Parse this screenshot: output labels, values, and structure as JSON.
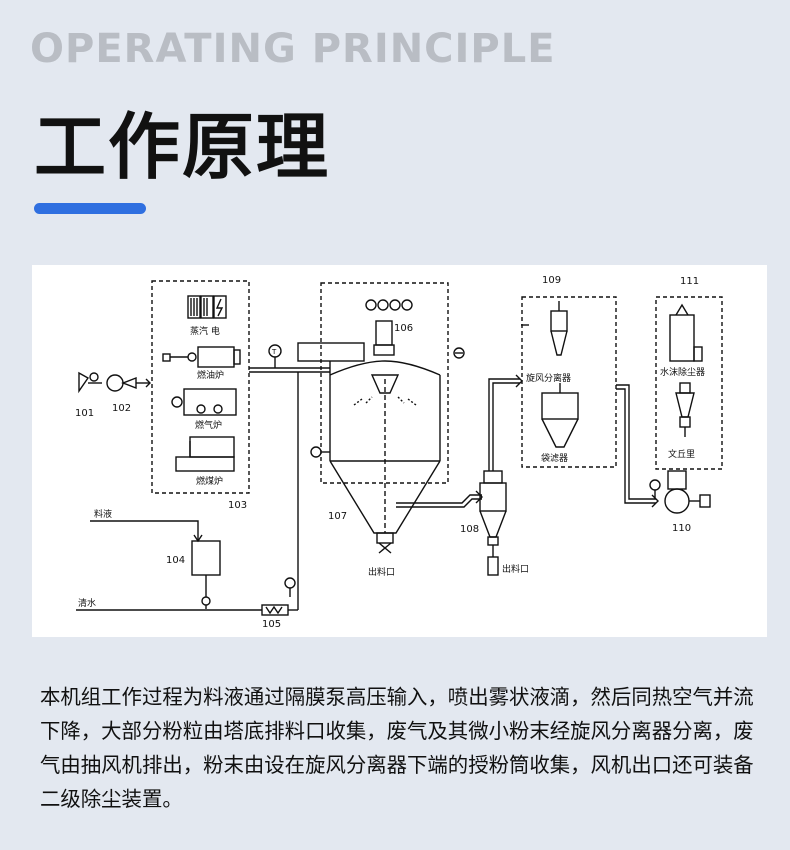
{
  "header": {
    "subtitle_en": "OPERATING PRINCIPLE",
    "title_cn": "工作原理"
  },
  "colors": {
    "background": "#e3e8f0",
    "accent": "#2f6fe0",
    "subtitle": "#b9bdc4"
  },
  "diagram": {
    "labels": {
      "n101": "101",
      "n102": "102",
      "n103": "103",
      "n104": "104",
      "n105": "105",
      "n106": "106",
      "n107": "107",
      "n108": "108",
      "n109": "109",
      "n110": "110",
      "n111": "111",
      "steam_electric": "蒸汽 电",
      "oil_furnace": "燃油炉",
      "gas_furnace": "燃气炉",
      "coal_furnace": "燃煤炉",
      "feed_liquid": "料液",
      "clean_water": "清水",
      "outlet_tower": "出料口",
      "outlet_cyclone": "出料口",
      "cyclone_separator": "旋风分离器",
      "bag_filter": "袋滤器",
      "water_dust_remover": "水沫除尘器",
      "venturi": "文丘里"
    }
  },
  "description": "本机组工作过程为料液通过隔膜泵高压输入，喷出雾状液滴，然后同热空气并流下降，大部分粉粒由塔底排料口收集，废气及其微小粉末经旋风分离器分离，废气由抽风机排出，粉末由设在旋风分离器下端的授粉筒收集，风机出口还可装备二级除尘装置。"
}
